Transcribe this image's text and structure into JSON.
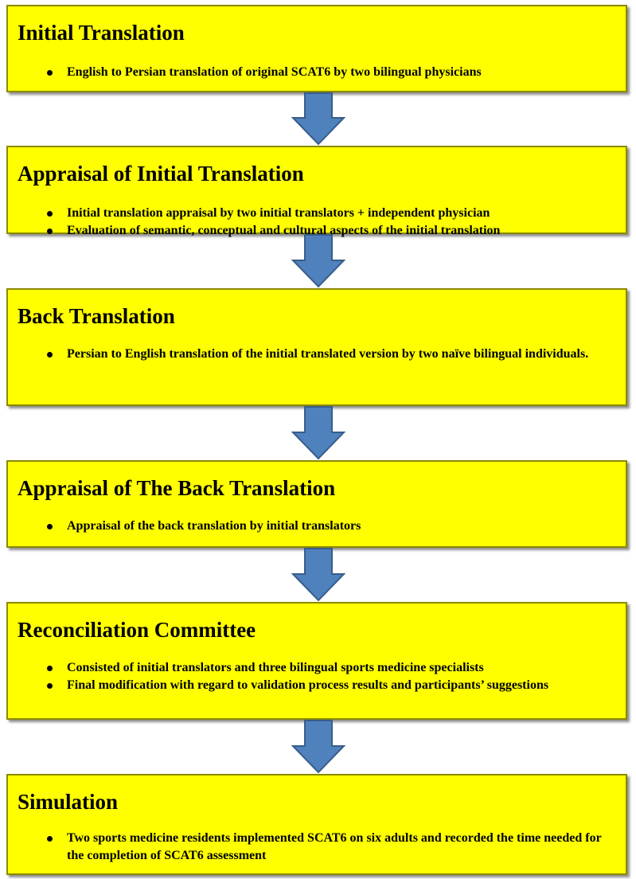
{
  "colors": {
    "box_fill": "#ffff00",
    "box_border": "#8a8a00",
    "arrow_fill": "#4f81bd",
    "arrow_stroke": "#385d8a",
    "text": "#000000"
  },
  "steps": [
    {
      "title": "Initial Translation",
      "bullets": [
        "English to Persian translation of original SCAT6 by two bilingual physicians"
      ]
    },
    {
      "title": "Appraisal of Initial Translation",
      "bullets": [
        "Initial translation appraisal by two initial translators + independent physician",
        "Evaluation of semantic, conceptual and cultural aspects of the initial translation"
      ]
    },
    {
      "title": "Back Translation",
      "bullets": [
        "Persian to English translation of the initial translated version by two naïve bilingual individuals."
      ]
    },
    {
      "title": "Appraisal of The Back Translation",
      "bullets": [
        "Appraisal of the back translation by initial translators"
      ]
    },
    {
      "title": "Reconciliation Committee",
      "bullets": [
        "Consisted of initial translators and three bilingual sports medicine specialists",
        "Final modification with regard to validation process results and participants’ suggestions"
      ]
    },
    {
      "title": "Simulation",
      "bullets": [
        "Two sports medicine residents implemented SCAT6 on six adults and recorded the time needed for the completion of SCAT6 assessment"
      ]
    }
  ]
}
